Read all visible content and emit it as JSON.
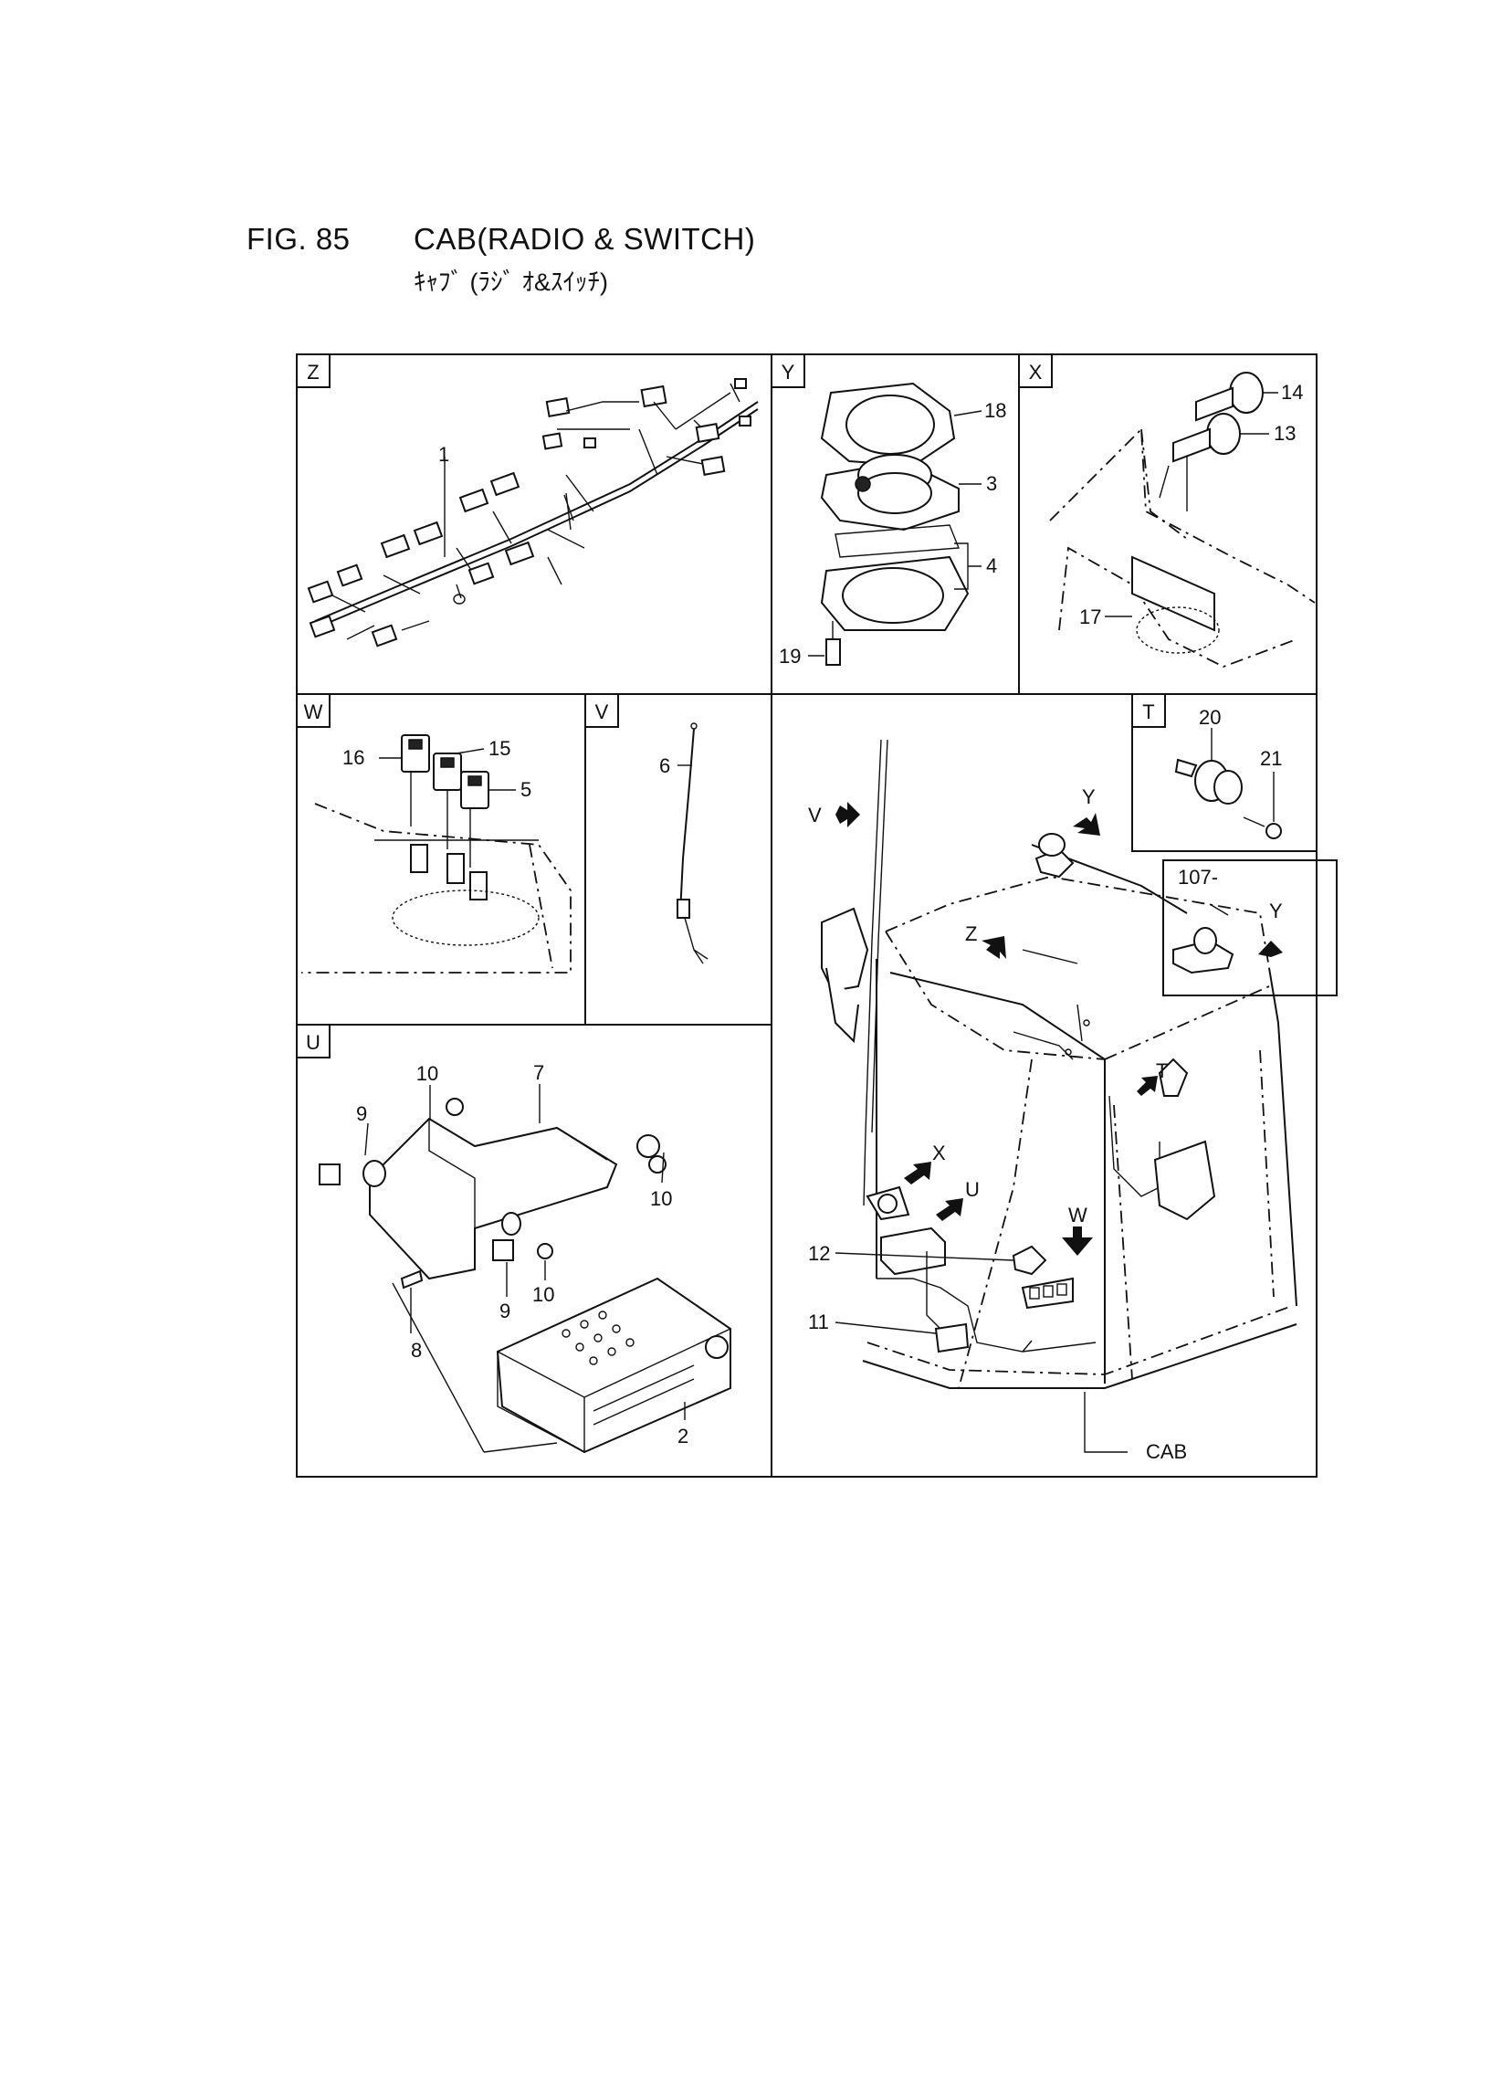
{
  "header": {
    "figure": "FIG. 85",
    "title": "CAB(RADIO & SWITCH)",
    "subtitle": "ｷｬﾌﾞ (ﾗｼﾞ ｵ&ｽｲｯﾁ)"
  },
  "views": {
    "z": "Z",
    "y": "Y",
    "x": "X",
    "w": "W",
    "v": "V",
    "u": "U",
    "t": "T"
  },
  "callouts": {
    "p1": "1",
    "p2": "2",
    "p3": "3",
    "p4": "4",
    "p5": "5",
    "p6": "6",
    "p7": "7",
    "p8": "8",
    "p9a": "9",
    "p9b": "9",
    "p10a": "10",
    "p10b": "10",
    "p10c": "10",
    "p11": "11",
    "p12": "12",
    "p13": "13",
    "p14": "14",
    "p15": "15",
    "p16": "16",
    "p17": "17",
    "p18": "18",
    "p19": "19",
    "p20": "20",
    "p21": "21",
    "p107": "107-",
    "cab": "CAB"
  },
  "pointers": {
    "v": "V",
    "y1": "Y",
    "y2": "Y",
    "z": "Z",
    "x": "X",
    "u": "U",
    "w": "W",
    "t": "T"
  }
}
